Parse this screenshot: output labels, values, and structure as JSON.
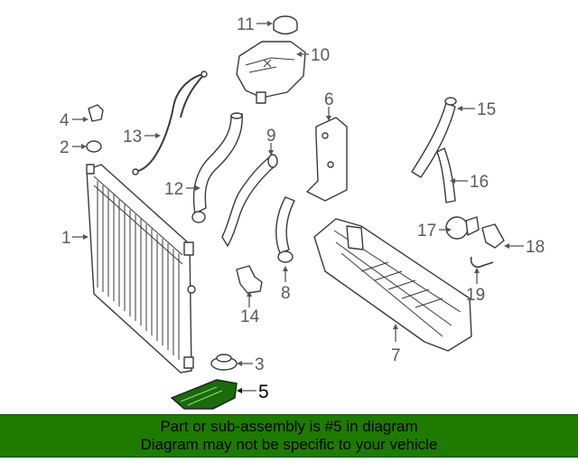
{
  "callouts": {
    "c1": "1",
    "c2": "2",
    "c3": "3",
    "c4": "4",
    "c5": "5",
    "c6": "6",
    "c7": "7",
    "c8": "8",
    "c9": "9",
    "c10": "10",
    "c11": "11",
    "c12": "12",
    "c13": "13",
    "c14": "14",
    "c15": "15",
    "c16": "16",
    "c17": "17",
    "c18": "18",
    "c19": "19"
  },
  "highlighted_part": "5",
  "banner": {
    "line1": "Part or sub-assembly is #5 in diagram",
    "line2": "Diagram may not be specific to your vehicle",
    "background": "#1f7a00"
  }
}
